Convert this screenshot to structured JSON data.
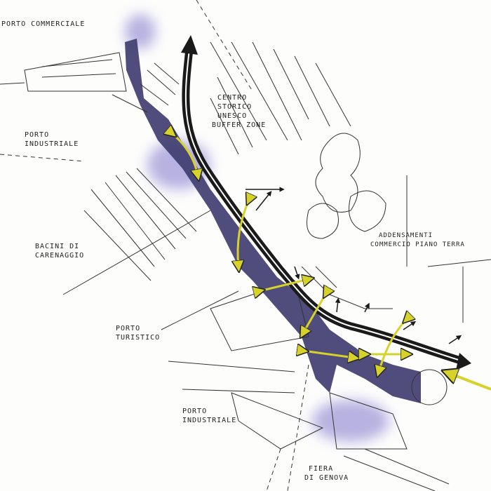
{
  "labels": {
    "porto_commerciale": "Porto commerciale",
    "centro_storico": [
      "Centro",
      "storico",
      "Unesco",
      "buffer zone"
    ],
    "porto_industriale_1": [
      "Porto",
      "industriale"
    ],
    "bacini": [
      "Bacini di",
      "carenaggio"
    ],
    "addensamenti": [
      "Addensamenti",
      "commercio piano terra"
    ],
    "porto_turistico": [
      "Porto",
      "turistico"
    ],
    "porto_industriale_2": [
      "Porto",
      "industriale"
    ],
    "fiera": [
      "Fiera",
      "di Genova"
    ]
  },
  "colors": {
    "main_route": "#1a1a1a",
    "waterfront_band": "#3d3a6e",
    "wash": "#9a93d6",
    "connections": "#d6d22a"
  }
}
